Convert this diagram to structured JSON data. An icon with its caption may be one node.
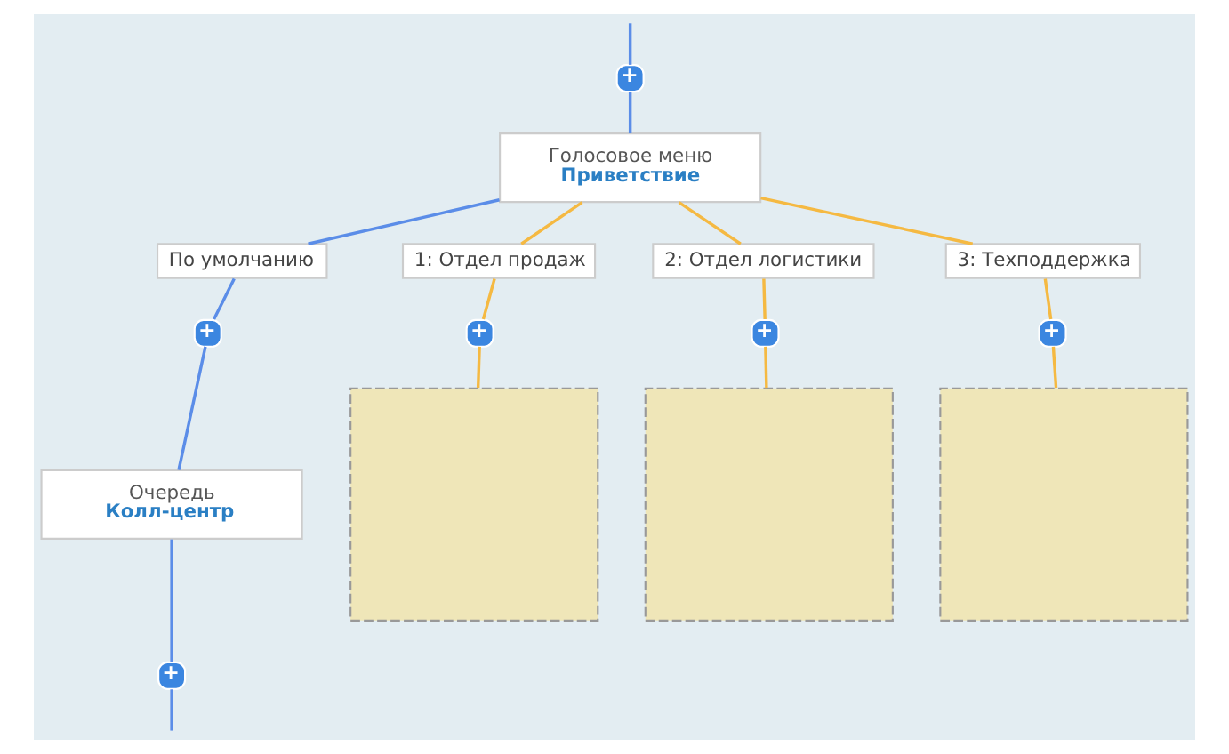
{
  "diagram": {
    "nodes": [
      {
        "text": [
          "+"
        ]
      },
      {
        "text": [
          "Голосовое меню",
          "Приветствие"
        ]
      },
      {
        "text": [
          "По умолчанию"
        ]
      },
      {
        "text": [
          "1: Отдел продаж"
        ]
      },
      {
        "text": [
          "2: Отдел логистики"
        ]
      },
      {
        "text": [
          "3: Техподдержка"
        ]
      },
      {
        "text": [
          "+"
        ]
      },
      {
        "text": [
          "+"
        ]
      },
      {
        "text": [
          "+"
        ]
      },
      {
        "text": [
          "+"
        ]
      },
      {
        "text": [
          "Очередь",
          "Колл-центр"
        ]
      },
      {
        "text": [],
        "shape": "box"
      },
      {
        "text": [],
        "shape": "box"
      },
      {
        "text": [],
        "shape": "box"
      },
      {
        "text": [
          "+"
        ]
      }
    ],
    "edges": [
      {
        "from": null,
        "to": 0,
        "arrow": "none",
        "color": "#5b8de8"
      },
      {
        "from": 0,
        "to": 1,
        "arrow": "none",
        "color": "#5b8de8"
      },
      {
        "from": 1,
        "to": 2,
        "arrow": "none",
        "color": "#5b8de8"
      },
      {
        "from": 1,
        "to": 3,
        "arrow": "none"
      },
      {
        "from": 1,
        "to": 4,
        "arrow": "none"
      },
      {
        "from": 1,
        "to": 5,
        "arrow": "none"
      },
      {
        "from": 2,
        "to": 6,
        "arrow": "none",
        "color": "#5b8de8"
      },
      {
        "from": 3,
        "to": 7,
        "arrow": "none"
      },
      {
        "from": 4,
        "to": 8,
        "arrow": "none"
      },
      {
        "from": 5,
        "to": 9,
        "arrow": "none"
      },
      {
        "from": 6,
        "to": 10,
        "arrow": "none",
        "color": "#5b8de8"
      },
      {
        "from": 7,
        "to": 11,
        "arrow": "none"
      },
      {
        "from": 8,
        "to": 12,
        "arrow": "none"
      },
      {
        "from": 9,
        "to": 13,
        "arrow": "none"
      },
      {
        "from": 10,
        "to": 14,
        "arrow": "none",
        "color": "#5b8de8"
      },
      {
        "from": 14,
        "to": null,
        "arrow": "none",
        "color": "#5b8de8"
      }
    ]
  }
}
